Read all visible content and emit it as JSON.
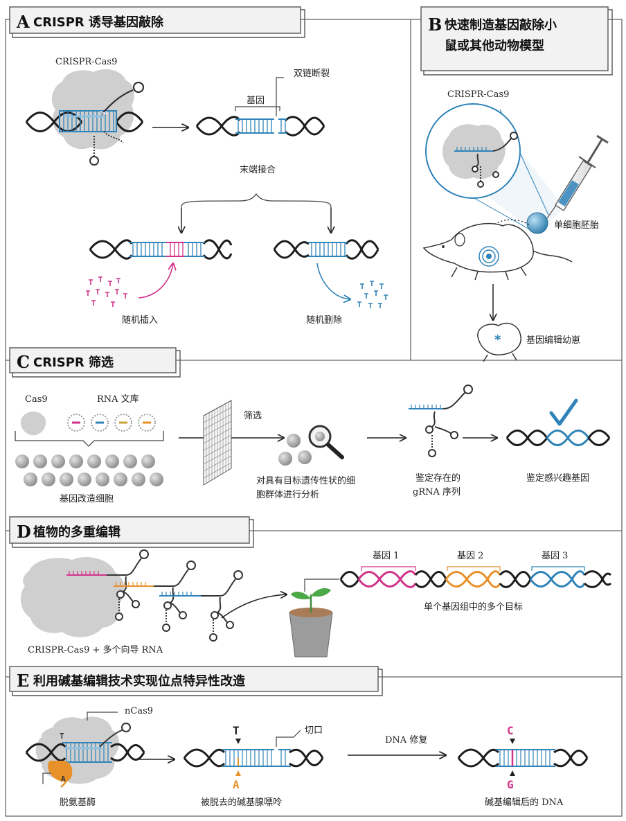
{
  "colors": {
    "blue": "#2f83b8",
    "blue_light": "#8fc0df",
    "magenta": "#d1338a",
    "orange": "#e8912a",
    "gray": "#cfcfcf",
    "dark": "#1c1c1c",
    "line": "#555555"
  },
  "panel_a": {
    "letter": "A",
    "title": "CRISPR 诱导基因敲除",
    "cas9": "CRISPR-Cas9",
    "gene": "基因",
    "dsb": "双链断裂",
    "nhej": "末端接合",
    "insertion": "随机插入",
    "deletion": "随机删除"
  },
  "panel_b": {
    "letter": "B",
    "title_line1": "快速制造基因敲除小",
    "title_line2": "鼠或其他动物模型",
    "cas9": "CRISPR-Cas9",
    "embryo": "单细胞胚胎",
    "pup": "基因编辑幼崽"
  },
  "panel_c": {
    "letter": "C",
    "title": "CRISPR 筛选",
    "cas9": "Cas9",
    "library": "RNA 文库",
    "cells": "基因改造细胞",
    "screen": "筛选",
    "analyze_line1": "对具有目标遗传性状的细",
    "analyze_line2": "胞群体进行分析",
    "grna_line1": "鉴定存在的",
    "grna_line2": "gRNA 序列",
    "gene": "鉴定感兴趣基因"
  },
  "panel_d": {
    "letter": "D",
    "title": "植物的多重编辑",
    "guides": "CRISPR-Cas9 + 多个向导 RNA",
    "gene1": "基因 1",
    "gene2": "基因 2",
    "gene3": "基因 3",
    "targets": "单个基因组中的多个目标"
  },
  "panel_e": {
    "letter": "E",
    "title": "利用碱基编辑技术实现位点特异性改造",
    "ncas9": "nCas9",
    "deaminase": "脱氨基酶",
    "nick": "切口",
    "repair": "DNA 修复",
    "deaminated": "被脱去的碱基腺嘌呤",
    "edited": "碱基编辑后的 DNA",
    "base_T": "T",
    "base_A": "A",
    "base_C": "C",
    "base_G": "G"
  }
}
